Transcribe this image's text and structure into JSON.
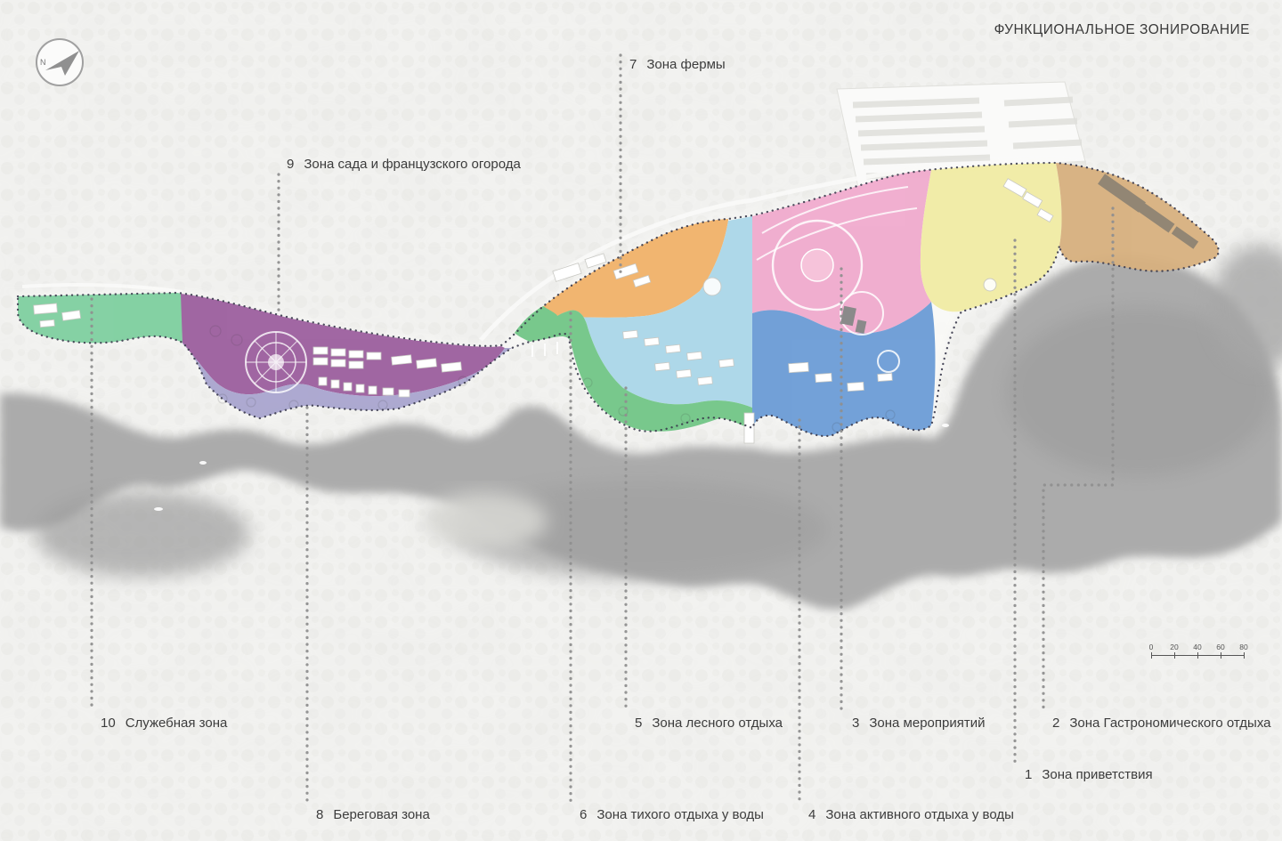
{
  "title": "ФУНКЦИОНАЛЬНОЕ ЗОНИРОВАНИЕ",
  "compass": {
    "letter": "N"
  },
  "zones": [
    {
      "num": "1",
      "label": "Зона приветствия",
      "color": "#f1eca4"
    },
    {
      "num": "2",
      "label": "Зона Гастрономического отдыха",
      "color": "#d7b07e"
    },
    {
      "num": "3",
      "label": "Зона мероприятий",
      "color": "#f0abcd"
    },
    {
      "num": "4",
      "label": "Зона активного отдыха у воды",
      "color": "#6b9cd6"
    },
    {
      "num": "5",
      "label": "Зона лесного отдыха",
      "color": "#abd7e9"
    },
    {
      "num": "6",
      "label": "Зона тихого отдыха у воды",
      "color": "#72c687"
    },
    {
      "num": "7",
      "label": "Зона фермы",
      "color": "#f1b269"
    },
    {
      "num": "8",
      "label": "Береговая зона",
      "color": "#a9a5cf"
    },
    {
      "num": "9",
      "label": "Зона сада и французского огорода",
      "color": "#9c5f9e"
    },
    {
      "num": "10",
      "label": "Служебная зона",
      "color": "#7ecf9f"
    }
  ],
  "scale_bar": {
    "ticks": [
      "0",
      "20",
      "40",
      "60",
      "80"
    ]
  }
}
